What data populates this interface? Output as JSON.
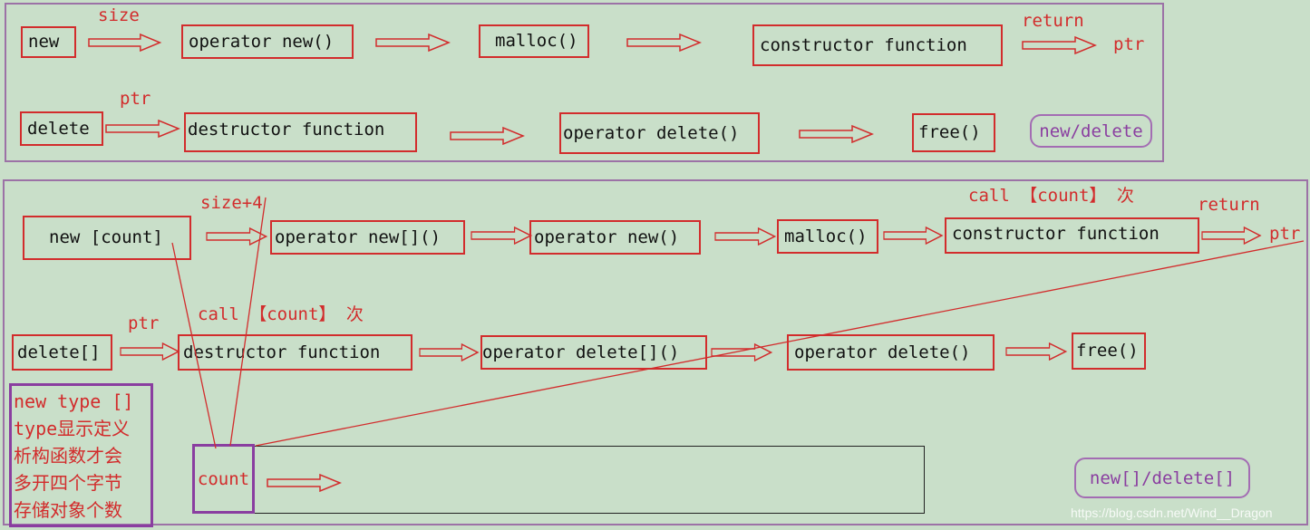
{
  "top": {
    "row1": {
      "new": "new",
      "size_label": "size",
      "op_new": "operator new()",
      "malloc": "malloc()",
      "ctor": "constructor function",
      "return_label": "return",
      "ptr": "ptr"
    },
    "row2": {
      "delete": "delete",
      "ptr_label": "ptr",
      "dtor": "destructor function",
      "op_delete": "operator delete()",
      "free": "free()",
      "tag": "new/delete"
    }
  },
  "bottom": {
    "row1": {
      "new_count": "new [count]",
      "size4_label": "size+4",
      "op_new_arr": "operator new[]()",
      "op_new": "operator new()",
      "malloc": "malloc()",
      "call_label": "call 【count】 次",
      "ctor": "constructor  function",
      "return_label": "return",
      "ptr": "ptr"
    },
    "row2": {
      "delete_arr": "delete[]",
      "ptr_label": "ptr",
      "call_label": "call 【count】 次",
      "dtor": "destructor function",
      "op_delete_arr": "operator delete[]()",
      "op_delete": "operator delete()",
      "free": "free()"
    },
    "note_lines": [
      "new type []",
      "type显示定义",
      "析构函数才会",
      "多开四个字节",
      "存储对象个数"
    ],
    "count": "count",
    "tag": "new[]/delete[]"
  },
  "watermark": "https://blog.csdn.net/Wind__Dragon"
}
